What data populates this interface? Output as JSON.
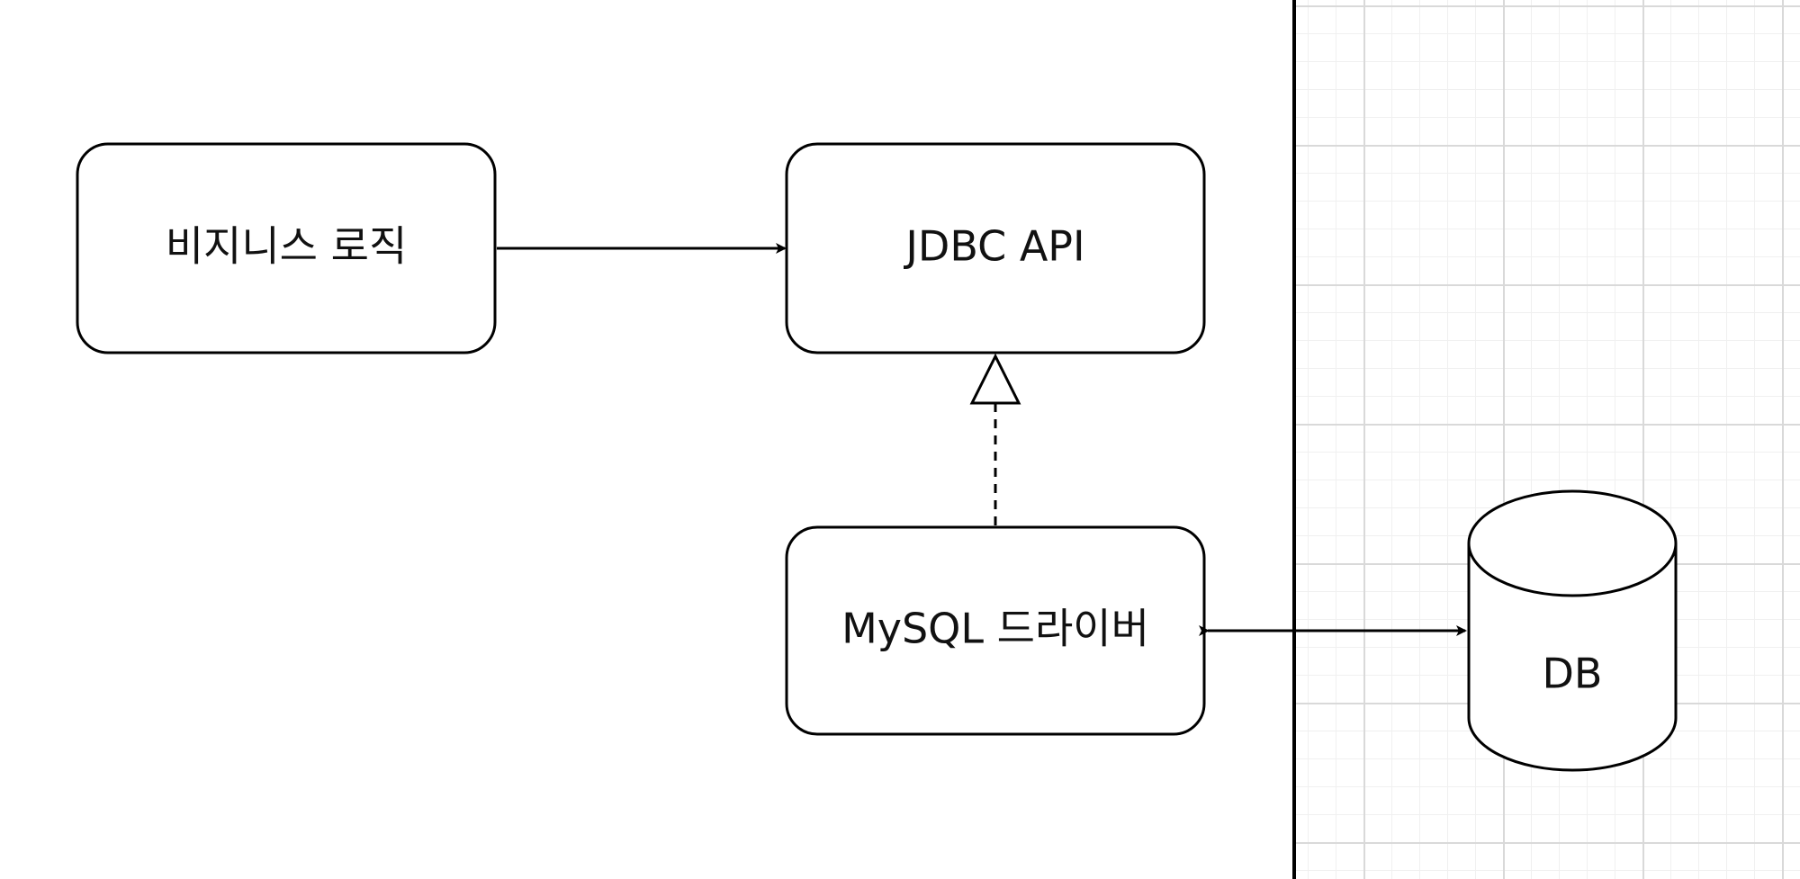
{
  "nodes": {
    "business_logic": {
      "label": "비지니스 로직"
    },
    "jdbc_api": {
      "label": "JDBC API"
    },
    "mysql_driver": {
      "label": "MySQL 드라이버"
    },
    "db": {
      "label": "DB"
    }
  },
  "colors": {
    "stroke": "#000000",
    "fill": "#ffffff",
    "grid_major": "#d9d9d9",
    "grid_minor": "#f0f0f0"
  }
}
